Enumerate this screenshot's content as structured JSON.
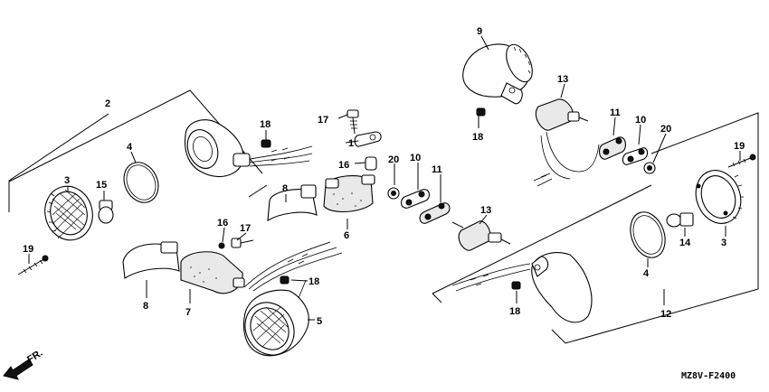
{
  "diagram": {
    "code": "MZ8V-F2400",
    "front_marker": "FR.",
    "labels": {
      "n1": "1",
      "n2": "2",
      "n3_left": "3",
      "n3_right": "3",
      "n4_left": "4",
      "n4_right": "4",
      "n5": "5",
      "n6": "6",
      "n7": "7",
      "n8_top": "8",
      "n8_bottom": "8",
      "n9": "9",
      "n10_left": "10",
      "n10_right": "10",
      "n11_left": "11",
      "n11_right": "11",
      "n12": "12",
      "n13_left": "13",
      "n13_right": "13",
      "n14": "14",
      "n15": "15",
      "n16_top": "16",
      "n16_left": "16",
      "n17_top": "17",
      "n17_left": "17",
      "n18_top": "18",
      "n18_mid": "18",
      "n18_right_top": "18",
      "n18_right_bottom": "18",
      "n19_left": "19",
      "n19_right": "19",
      "n20_left": "20",
      "n20_right": "20"
    }
  }
}
